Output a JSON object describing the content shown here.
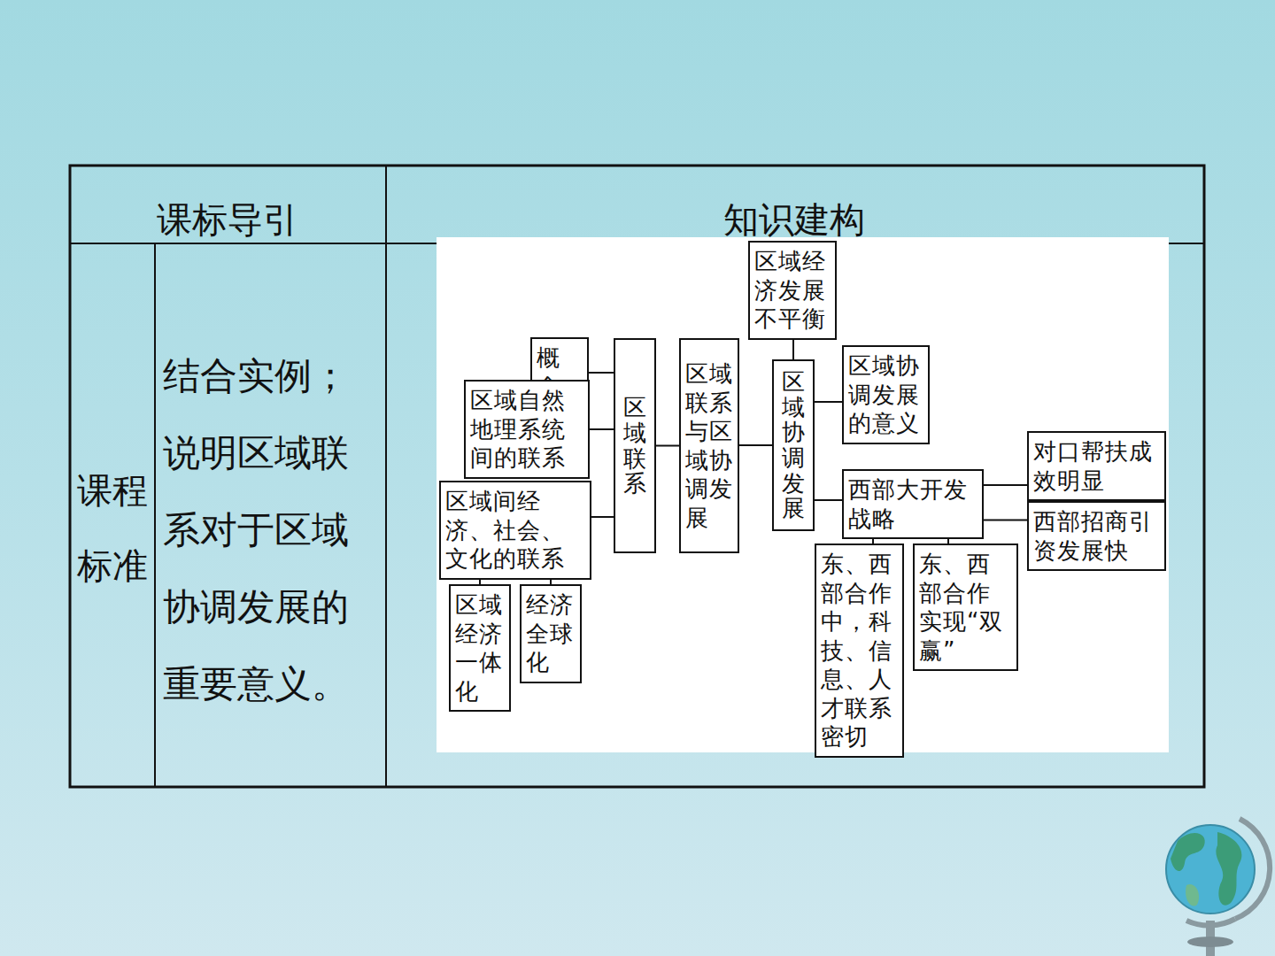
{
  "diagram": {
    "nodes": [
      {
        "text": [
          "区域经济发展不平衡"
        ]
      },
      {
        "text": [
          "概念"
        ]
      },
      {
        "text": [
          "区域自然地理系统间的联系"
        ]
      },
      {
        "text": [
          "区域间经济、社会、文化的联系"
        ]
      },
      {
        "text": [
          "区域经济一体化"
        ]
      },
      {
        "text": [
          "经济全球化"
        ]
      },
      {
        "text": [
          "区域联系"
        ]
      },
      {
        "text": [
          "区域联系与区域协调发展"
        ]
      },
      {
        "text": [
          "区域协调发展"
        ]
      },
      {
        "text": [
          "区域协调发展的意义"
        ]
      },
      {
        "text": [
          "西部大开发战略"
        ]
      },
      {
        "text": [
          "对口帮扶成效明显"
        ]
      },
      {
        "text": [
          "西部招商引资发展快"
        ]
      },
      {
        "text": [
          "东、西部合作中，科技、信息、人才联系密切"
        ]
      },
      {
        "text": [
          "东、西部合作实现“双赢”"
        ]
      }
    ],
    "edges": [
      {
        "from": 1,
        "to": 6,
        "arrow": "none"
      },
      {
        "from": 2,
        "to": 6,
        "arrow": "none"
      },
      {
        "from": 3,
        "to": 6,
        "arrow": "none"
      },
      {
        "from": 3,
        "to": 4,
        "arrow": "none"
      },
      {
        "from": 3,
        "to": 5,
        "arrow": "none"
      },
      {
        "from": 6,
        "to": 7,
        "arrow": "none"
      },
      {
        "from": 7,
        "to": 8,
        "arrow": "none"
      },
      {
        "from": 0,
        "to": 8,
        "arrow": "none"
      },
      {
        "from": 8,
        "to": 9,
        "arrow": "none"
      },
      {
        "from": 8,
        "to": 10,
        "arrow": "none"
      },
      {
        "from": 10,
        "to": 11,
        "arrow": "none"
      },
      {
        "from": 10,
        "to": 12,
        "arrow": "none"
      },
      {
        "from": 10,
        "to": 13,
        "arrow": "none"
      },
      {
        "from": 10,
        "to": 14,
        "arrow": "none"
      }
    ],
    "labels": [
      "课标导引",
      "知识建构",
      "课程标准",
      "结合实例；说明区域联系对于区域协调发展的重要意义。"
    ]
  }
}
